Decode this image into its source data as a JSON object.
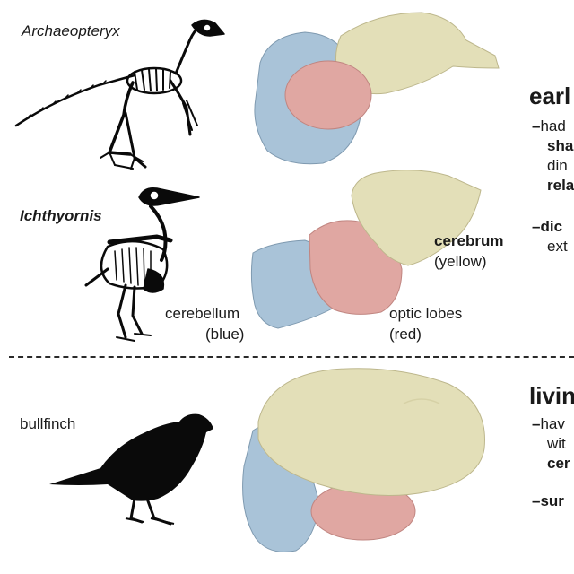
{
  "top_section": {
    "species_1": "Archaeopteryx",
    "species_2": "Ichthyornis",
    "heading": "earl",
    "bullet_1_lines": [
      "had",
      "sha",
      "din",
      "rela"
    ],
    "bullet_2_lines": [
      "dic",
      "ext"
    ]
  },
  "brain_labels": {
    "cerebrum_name": "cerebrum",
    "cerebrum_color": "(yellow)",
    "cerebellum_name": "cerebellum",
    "cerebellum_color": "(blue)",
    "optic_name": "optic lobes",
    "optic_color": "(red)"
  },
  "bottom_section": {
    "species_3": "bullfinch",
    "heading": "livin",
    "bullet_1_lines": [
      "hav",
      "wit",
      "cer"
    ],
    "bullet_2_lines": [
      "sur"
    ]
  },
  "colors": {
    "cerebrum": "#e3dfb8",
    "cerebellum": "#a9c3d8",
    "optic_lobes": "#e0a7a2",
    "silhouette": "#0a0a0a"
  }
}
